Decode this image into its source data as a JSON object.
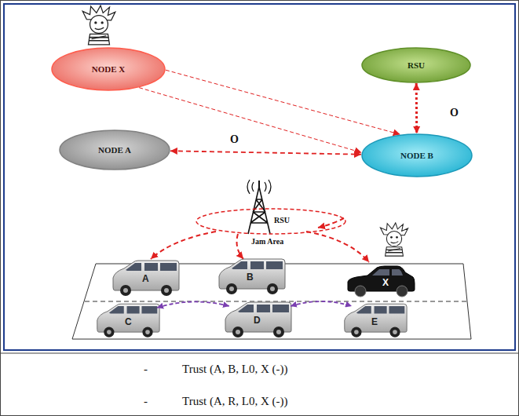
{
  "diagram": {
    "nodes": [
      {
        "text": [
          "NODE X"
        ]
      },
      {
        "text": [
          "RSU"
        ]
      },
      {
        "text": [
          "NODE A"
        ]
      },
      {
        "text": [
          "NODE B"
        ]
      }
    ],
    "edges": [
      {
        "from": 0,
        "to": 3,
        "arrow": "to"
      },
      {
        "from": 0,
        "to": 3,
        "arrow": "to"
      },
      {
        "from": 1,
        "to": 3,
        "arrow": "both",
        "label": "O"
      },
      {
        "from": 2,
        "to": 3,
        "arrow": "both",
        "label": "O"
      }
    ],
    "labels": [
      "RSU",
      "Jam Area",
      "A",
      "B",
      "X",
      "C",
      "D",
      "E",
      "-",
      "Trust (A, B, L0, X (-))",
      "-",
      "Trust (A, R, L0, X (-))"
    ]
  }
}
